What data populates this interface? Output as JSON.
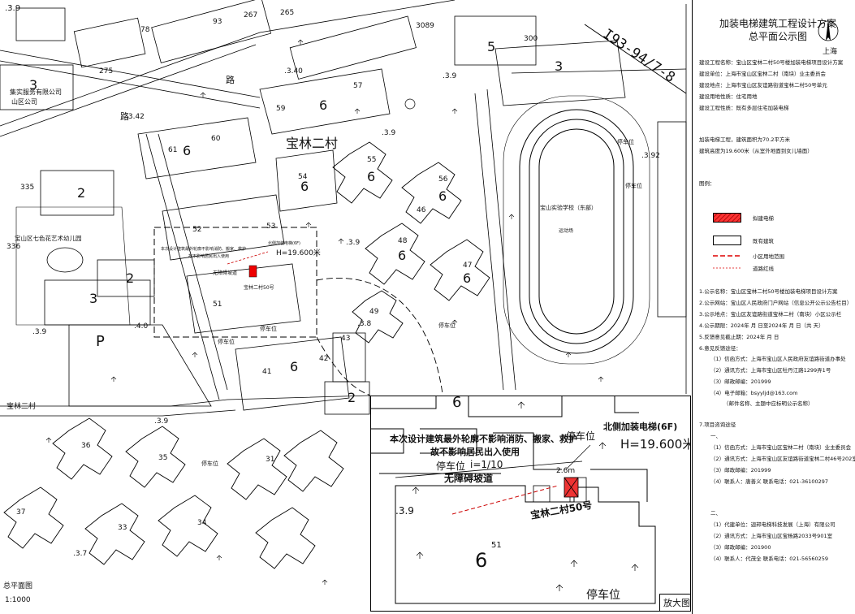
{
  "panel": {
    "title_line1": "加装电梯建筑工程设计方案",
    "title_line2": "总平面公示图",
    "compass_label": "上海",
    "info": [
      "建设工程名称：宝山区宝林二村50号楼加装电梯项目设计方案",
      "建设单位：上海市宝山区宝林二村（南块）业主委员会",
      "建设地点：上海市宝山区友谊路街道宝林二村50号单元",
      "建设用地性质：住宅用地",
      "建设工程性质：既有多层住宅加装电梯"
    ],
    "desc": [
      "加装电梯工程，建筑面积为70.2平方米",
      "建筑高度为19.600米（从室外地面到女儿墙面）"
    ],
    "legend_title": "图例：",
    "legend": [
      {
        "label": "拟建电梯",
        "type": "hatch"
      },
      {
        "label": "既有建筑",
        "type": "box"
      },
      {
        "label": "小区用地范围",
        "type": "dash-red"
      },
      {
        "label": "道路红线",
        "type": "dot-red"
      }
    ],
    "notes": [
      "1.公示名称：宝山区宝林二村50号楼加装电梯项目设计方案",
      "2.公示网站：宝山区人民政府门户网站（信息公开公示公告栏目）",
      "3.公示地点：宝山区友谊路街道宝林二村（南块）小区公示栏",
      "4.公示期限：2024年   月   日至2024年   月   日（共   天）",
      "5.反馈意见截止期：2024年   月   日",
      "6.意见反馈途径：",
      "（1）信函方式：上海市宝山区人民政府友谊路街道办事处",
      "（2）通讯方式：上海市宝山区牡丹江路1299弄1号",
      "（3）邮政邮编：201999",
      "（4）电子邮箱：bsyyljd@163.com",
      "（邮件名称、主题中应标明公示名称）"
    ],
    "consult_title": "7.项目咨询途径",
    "consult_a_head": "一、",
    "consult_a": [
      "（1）信函方式：上海市宝山区宝林二村（南块）业主委员会",
      "（2）通讯方式：上海市宝山区友谊路街道宝林二村46号202室",
      "（3）邮政邮编：201999",
      "（4）联系人：唐善义    联系电话：021-36100297"
    ],
    "consult_b_head": "二、",
    "consult_b": [
      "（1）代建单位：迦邦电梯科技发展（上海）有限公司",
      "（2）通讯方式：上海市宝山区宝杨路2033号901室",
      "（3）邮政邮编：201900",
      "（4）联系人：代茂全    联系电话：021-56560259"
    ]
  },
  "map": {
    "sheet_id": "I93-94/7-8",
    "scale_label": "总平面图",
    "scale_value": "1:1000",
    "zoom_label": "放大图",
    "estate_name": "宝林二村",
    "estate_name_small": "宝林二村",
    "school_name": "宝山实验学校（东部）",
    "track_label": "运动场",
    "kindergarten": "宝山区七色花艺术幼儿园",
    "company": "集实服务有限公司",
    "company2": "山区公司",
    "road1": "路",
    "road2": "路",
    "parking": "停车位",
    "elevator_note": "北侧加装电梯(6F)",
    "height_note": "H=19.600米",
    "fire_note_1": "本次设计建筑最外轮廓不影响消防、搬家、救护",
    "fire_note_2": "故不影响居民出入使用",
    "ramp": "无障碍坡道",
    "slope": "i=1/10",
    "building_50": "宝林二村50号",
    "dim": "2.6m",
    "elev": [
      ".3.9",
      ".3.40",
      ".3.42",
      ".3.92",
      ".3.8",
      ".4.0",
      ".3.7",
      ".3.9"
    ],
    "bldg_nums": [
      "78",
      "93",
      "57",
      "59",
      "61",
      "60",
      "54",
      "55",
      "52",
      "53",
      "56",
      "46",
      "48",
      "47",
      "51",
      "49",
      "41",
      "42",
      "43",
      "31",
      "36",
      "35",
      "34",
      "33",
      "37",
      "5",
      "300",
      "265",
      "267",
      "275",
      "335",
      "336",
      "3089",
      "3"
    ]
  }
}
